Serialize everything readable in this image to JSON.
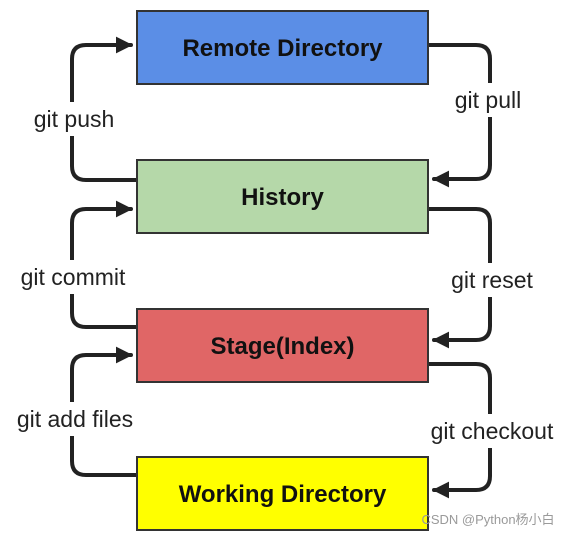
{
  "boxes": {
    "remote": {
      "label": "Remote Directory",
      "color": "#5b8ee6"
    },
    "history": {
      "label": "History",
      "color": "#b5d8a9"
    },
    "stage": {
      "label": "Stage(Index)",
      "color": "#e06666"
    },
    "working": {
      "label": "Working Directory",
      "color": "#ffff00"
    }
  },
  "arrows": {
    "push": "git push",
    "pull": "git pull",
    "commit": "git commit",
    "reset": "git reset",
    "add": "git add files",
    "checkout": "git checkout"
  },
  "watermark": "CSDN @Python杨小白",
  "colors": {
    "border": "#333333",
    "arrow": "#222222"
  }
}
